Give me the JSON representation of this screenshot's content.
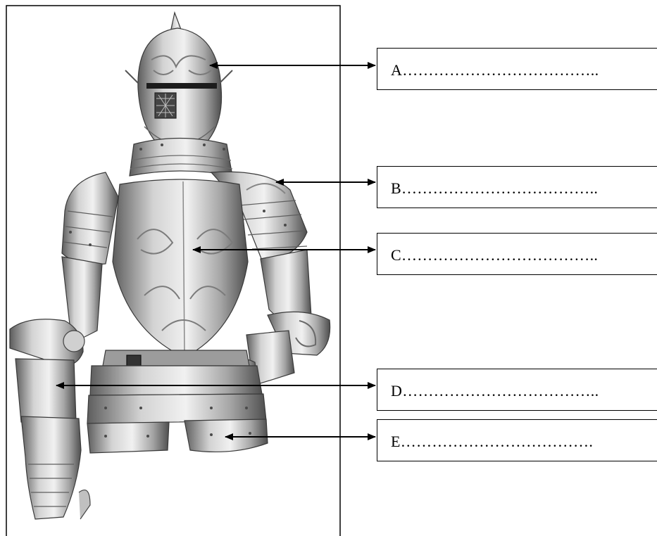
{
  "colors": {
    "ink": "#000000",
    "paper": "#ffffff"
  },
  "labels": [
    {
      "id": "a",
      "text": "A……………………………….."
    },
    {
      "id": "b",
      "text": "B……………………………….."
    },
    {
      "id": "c",
      "text": "C……………………………….."
    },
    {
      "id": "d",
      "text": "D……………………………….."
    },
    {
      "id": "e",
      "text": "E………………………………."
    }
  ],
  "figure": {
    "subject": "armour-suit-image"
  }
}
